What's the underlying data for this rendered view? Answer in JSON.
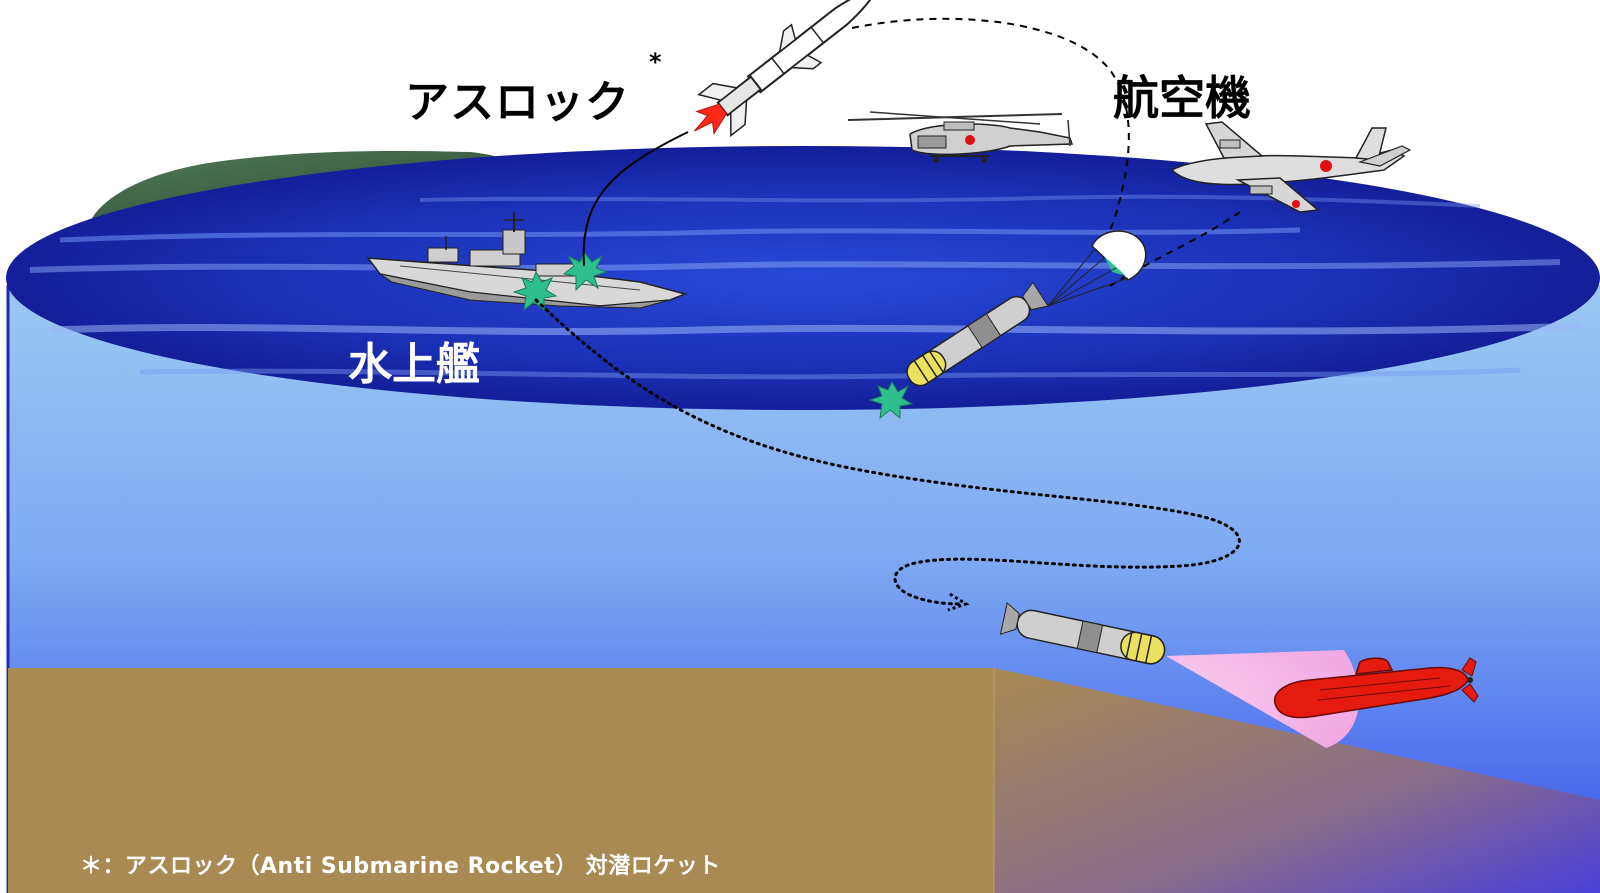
{
  "labels": {
    "asroc": "アスロック",
    "asroc_marker": "*",
    "aircraft": "航空機",
    "surface_ship": "水上艦",
    "footnote": "＊：アスロック（Anti  Submarine  Rocket）  対潜ロケット"
  },
  "colors": {
    "background": "#ffffff",
    "sea_surface": "#1a2fb0",
    "water_top": "#8fc0f0",
    "water_bottom": "#3a56e8",
    "seabed": "#a88850",
    "land": "#3f6448",
    "submarine": "#e51b10",
    "torpedo": "#c8c8c8",
    "torpedo_band": "#f2e24a",
    "sonar_cone": "#f5b8e8",
    "launch_burst": "#2fbf8f",
    "rocket_flame": "#ff2a1a"
  },
  "icons": {
    "ship": "surface-ship-icon",
    "helicopter": "helicopter-icon",
    "airplane": "patrol-aircraft-icon",
    "rocket": "asroc-rocket-icon",
    "torpedo": "torpedo-icon",
    "parachute": "parachute-icon",
    "submarine": "submarine-icon"
  }
}
